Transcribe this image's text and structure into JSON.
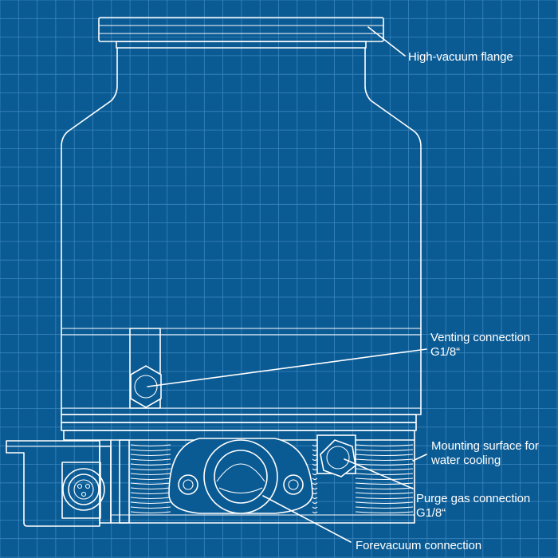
{
  "labels": {
    "high_vacuum_flange": "High-vacuum flange",
    "venting_connection": [
      "Venting connection",
      "G1/8“"
    ],
    "mounting_surface": [
      "Mounting surface for",
      "water cooling"
    ],
    "purge_gas_connection": [
      "Purge gas connection",
      "G1/8“"
    ],
    "forevacuum_connection": "Forevacuum connection"
  },
  "colors": {
    "background": "#0a5a93",
    "grid": "#3b86bf",
    "lines": "#ffffff"
  }
}
